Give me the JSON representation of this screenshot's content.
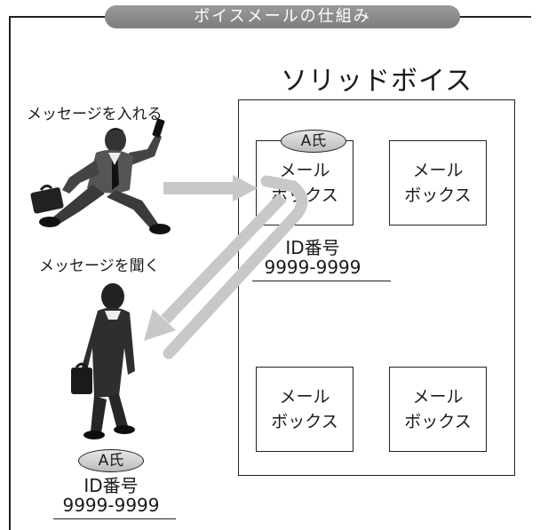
{
  "diagram": {
    "title": "ボイスメールの仕組み",
    "system_name": "ソリッドボイス",
    "caller_caption": "メッセージを入れる",
    "listener_caption": "メッセージを聞く",
    "mailbox_label": "メール\nボックス",
    "owner_badge": "A氏",
    "id_label": "ID番号",
    "id_number": "9999-9999",
    "colors": {
      "title_bar": "#8a8a8a",
      "arrow": "#c8c8c8",
      "badge": "#cfcfcf",
      "line": "#222222"
    },
    "icons": [
      "running-businessman-icon",
      "standing-businessman-icon"
    ]
  }
}
